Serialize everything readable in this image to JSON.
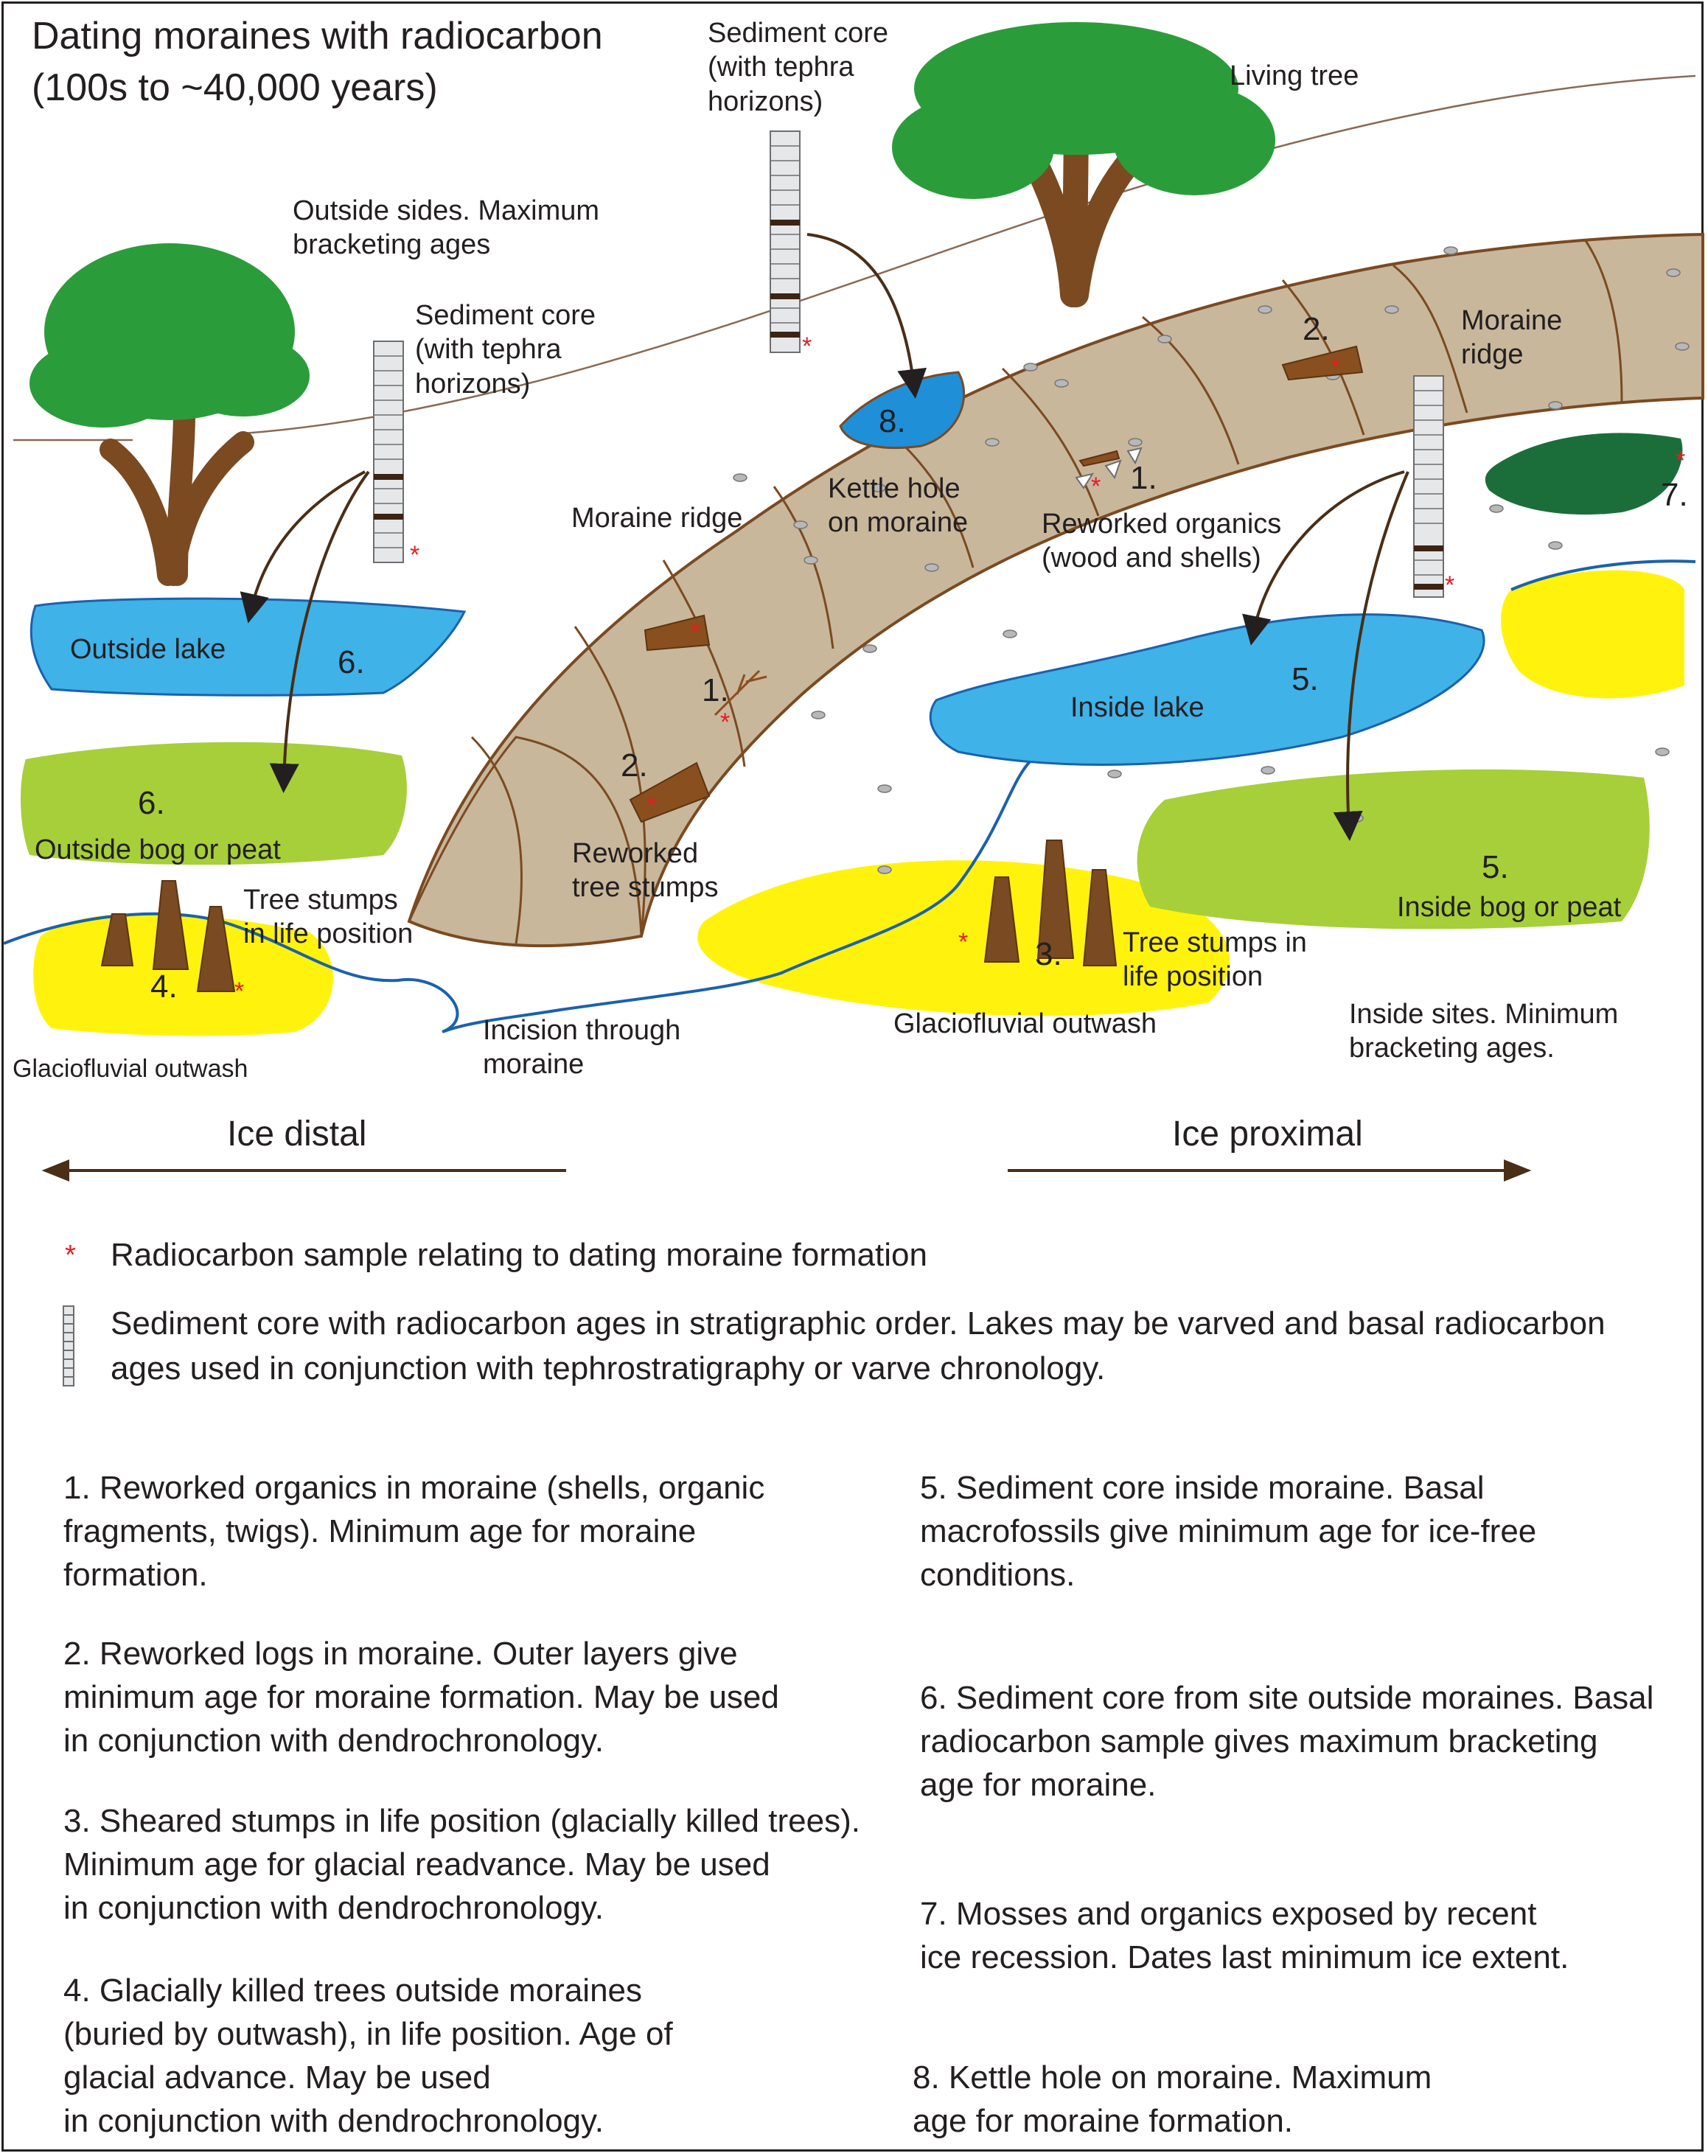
{
  "title": {
    "line1": "Dating moraines with radiocarbon",
    "line2": "(100s to ~40,000 years)"
  },
  "labels": {
    "living_tree": "Living tree",
    "outside_sides": "Outside sides. Maximum\nbracketing ages",
    "sediment_core_top": "Sediment core\n(with tephra\nhorizons)",
    "sediment_core_left": "Sediment core\n(with tephra\nhorizons)",
    "moraine_ridge_right": "Moraine\nridge",
    "moraine_ridge_left": "Moraine ridge",
    "kettle_hole": "Kettle hole\non moraine",
    "reworked_organics": "Reworked organics\n(wood and shells)",
    "outside_lake": "Outside lake",
    "inside_lake": "Inside lake",
    "outside_bog": "Outside bog or peat",
    "inside_bog": "Inside bog or peat",
    "reworked_stumps": "Reworked\ntree stumps",
    "stumps_left": "Tree stumps\nin life position",
    "stumps_right": "Tree stumps in\nlife position",
    "outwash_left": "Glaciofluvial outwash",
    "outwash_right": "Glaciofluvial outwash",
    "incision": "Incision through\nmoraine",
    "inside_sites": "Inside sites. Minimum\nbracketing ages."
  },
  "numbers": {
    "n1a": "1.",
    "n1b": "1.",
    "n2a": "2.",
    "n2b": "2.",
    "n3": "3.",
    "n4": "4.",
    "n5a": "5.",
    "n5b": "5.",
    "n6a": "6.",
    "n6b": "6.",
    "n7": "7.",
    "n8": "8."
  },
  "directions": {
    "distal": "Ice distal",
    "proximal": "Ice proximal"
  },
  "legend": {
    "star_symbol": "*",
    "star_text": "Radiocarbon sample relating to dating moraine formation",
    "core_text": "Sediment core with radiocarbon ages in stratigraphic order. Lakes may be varved and basal radiocarbon\nages used in conjunction with tephrostratigraphy or varve chronology."
  },
  "notes": [
    "1. Reworked organics in moraine (shells, organic\nfragments, twigs). Minimum age for moraine\nformation.",
    "2. Reworked logs in moraine. Outer layers give\nminimum age for moraine formation. May be used\nin conjunction with dendrochronology.",
    "3. Sheared stumps in life position (glacially killed trees).\nMinimum age for glacial readvance. May be used\nin conjunction with dendrochronology.",
    "4. Glacially killed trees outside moraines\n(buried by outwash), in life position.  Age of\nglacial advance. May be used\nin conjunction with dendrochronology.",
    "5. Sediment core inside moraine. Basal\nmacrofossils give  minimum age for ice-free\nconditions.",
    "6. Sediment core from site outside moraines. Basal\nradiocarbon sample gives maximum bracketing\nage for moraine.",
    "7. Mosses and organics exposed by recent\nice recession. Dates last minimum ice extent.",
    "8. Kettle hole on moraine. Maximum\nage for moraine formation."
  ],
  "colors": {
    "moraine_fill": "#c9b79c",
    "moraine_line": "#7b4a21",
    "water": "#3fb2e8",
    "kettle_water": "#1f8fd8",
    "bog": "#a6cf39",
    "outwash": "#fff200",
    "tree_green": "#2a9d3a",
    "moss_green": "#1b6e3a",
    "wood": "#8a4f1f",
    "stump": "#7a4a22",
    "star": "#e31e24",
    "arrow": "#4a2e16",
    "river": "#1b61ad"
  },
  "icons": [
    "tree-icon",
    "sediment-core-icon",
    "tree-stump-icon",
    "log-icon",
    "shell-icon",
    "twig-icon",
    "arrow-icon",
    "moss-icon"
  ]
}
